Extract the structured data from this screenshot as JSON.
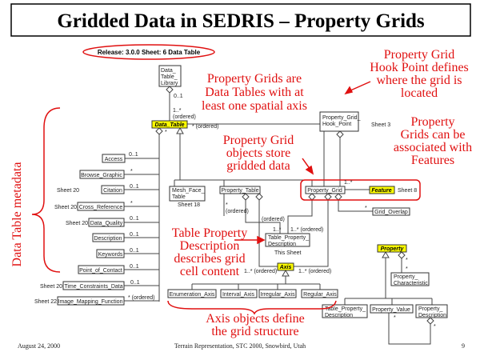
{
  "title": "Gridded Data in SEDRIS – Property Grids",
  "release": "Release: 3.0.0  Sheet: 6  Data Table",
  "classes": {
    "data_table_library": [
      "Data_",
      "Table_",
      "Library"
    ],
    "data_table": "Data_Table",
    "access": "Access",
    "browse_graphic": "Browse_Graphic",
    "citation": "Citation",
    "cross_reference": "Cross_Reference",
    "data_quality": "Data_Quality",
    "description": "Description",
    "keywords": "Keywords",
    "point_of_contact": "Point_of_Contact",
    "time_constraints_data": "Time_Constraints_Data",
    "image_mapping_function": "Image_Mapping_Function",
    "mesh_face_table": [
      "Mesh_Face_",
      "Table"
    ],
    "property_table": "Property_Table",
    "property_grid": "Property_Grid",
    "feature": "Feature",
    "hook_point": [
      "Property_Grid_",
      "Hook_Point"
    ],
    "grid_overlap": "Grid_Overlap",
    "table_property_description": [
      "Table_Property_",
      "Description"
    ],
    "axis": "Axis",
    "enumeration_axis": "Enumeration_Axis",
    "interval_axis": "Interval_Axis",
    "irregular_axis": "Irregular_Axis",
    "regular_axis": "Regular_Axis",
    "property": "Property",
    "property_characteristic": [
      "Property_",
      "Characteristic"
    ],
    "property_value": "Property_Value",
    "property_description": [
      "Property_",
      "Description"
    ]
  },
  "labels": {
    "sheet20": "Sheet 20",
    "sheet22": "Sheet 22",
    "sheet18": "Sheet 18",
    "sheet8": "Sheet 8",
    "sheet3": "Sheet 3",
    "this_sheet": "This Sheet",
    "m01": "0..1",
    "m1n": "1..*",
    "star": "*",
    "ordered": "(ordered)",
    "star_ordered": "* (ordered)",
    "m1n_ordered": "1..*  (ordered)"
  },
  "annotations": {
    "pg_are_dt": [
      "Property Grids are",
      "Data Tables with at",
      "least one spatial axis"
    ],
    "hook": [
      "Property Grid",
      "Hook Point defines",
      "where the grid is",
      "located"
    ],
    "features": [
      "Property",
      "Grids can be",
      "associated with",
      "Features"
    ],
    "store": [
      "Property Grid",
      "objects store",
      "gridded data"
    ],
    "tpd": [
      "Table Property",
      "Description",
      "describes grid",
      "cell content"
    ],
    "axis": [
      "Axis objects define",
      "the grid structure"
    ],
    "metadata": "Data Table metadata"
  },
  "footer": {
    "date": "August 24, 2000",
    "center": "Terrain Representation, STC 2000, Snowbird, Utah",
    "page": "9"
  }
}
